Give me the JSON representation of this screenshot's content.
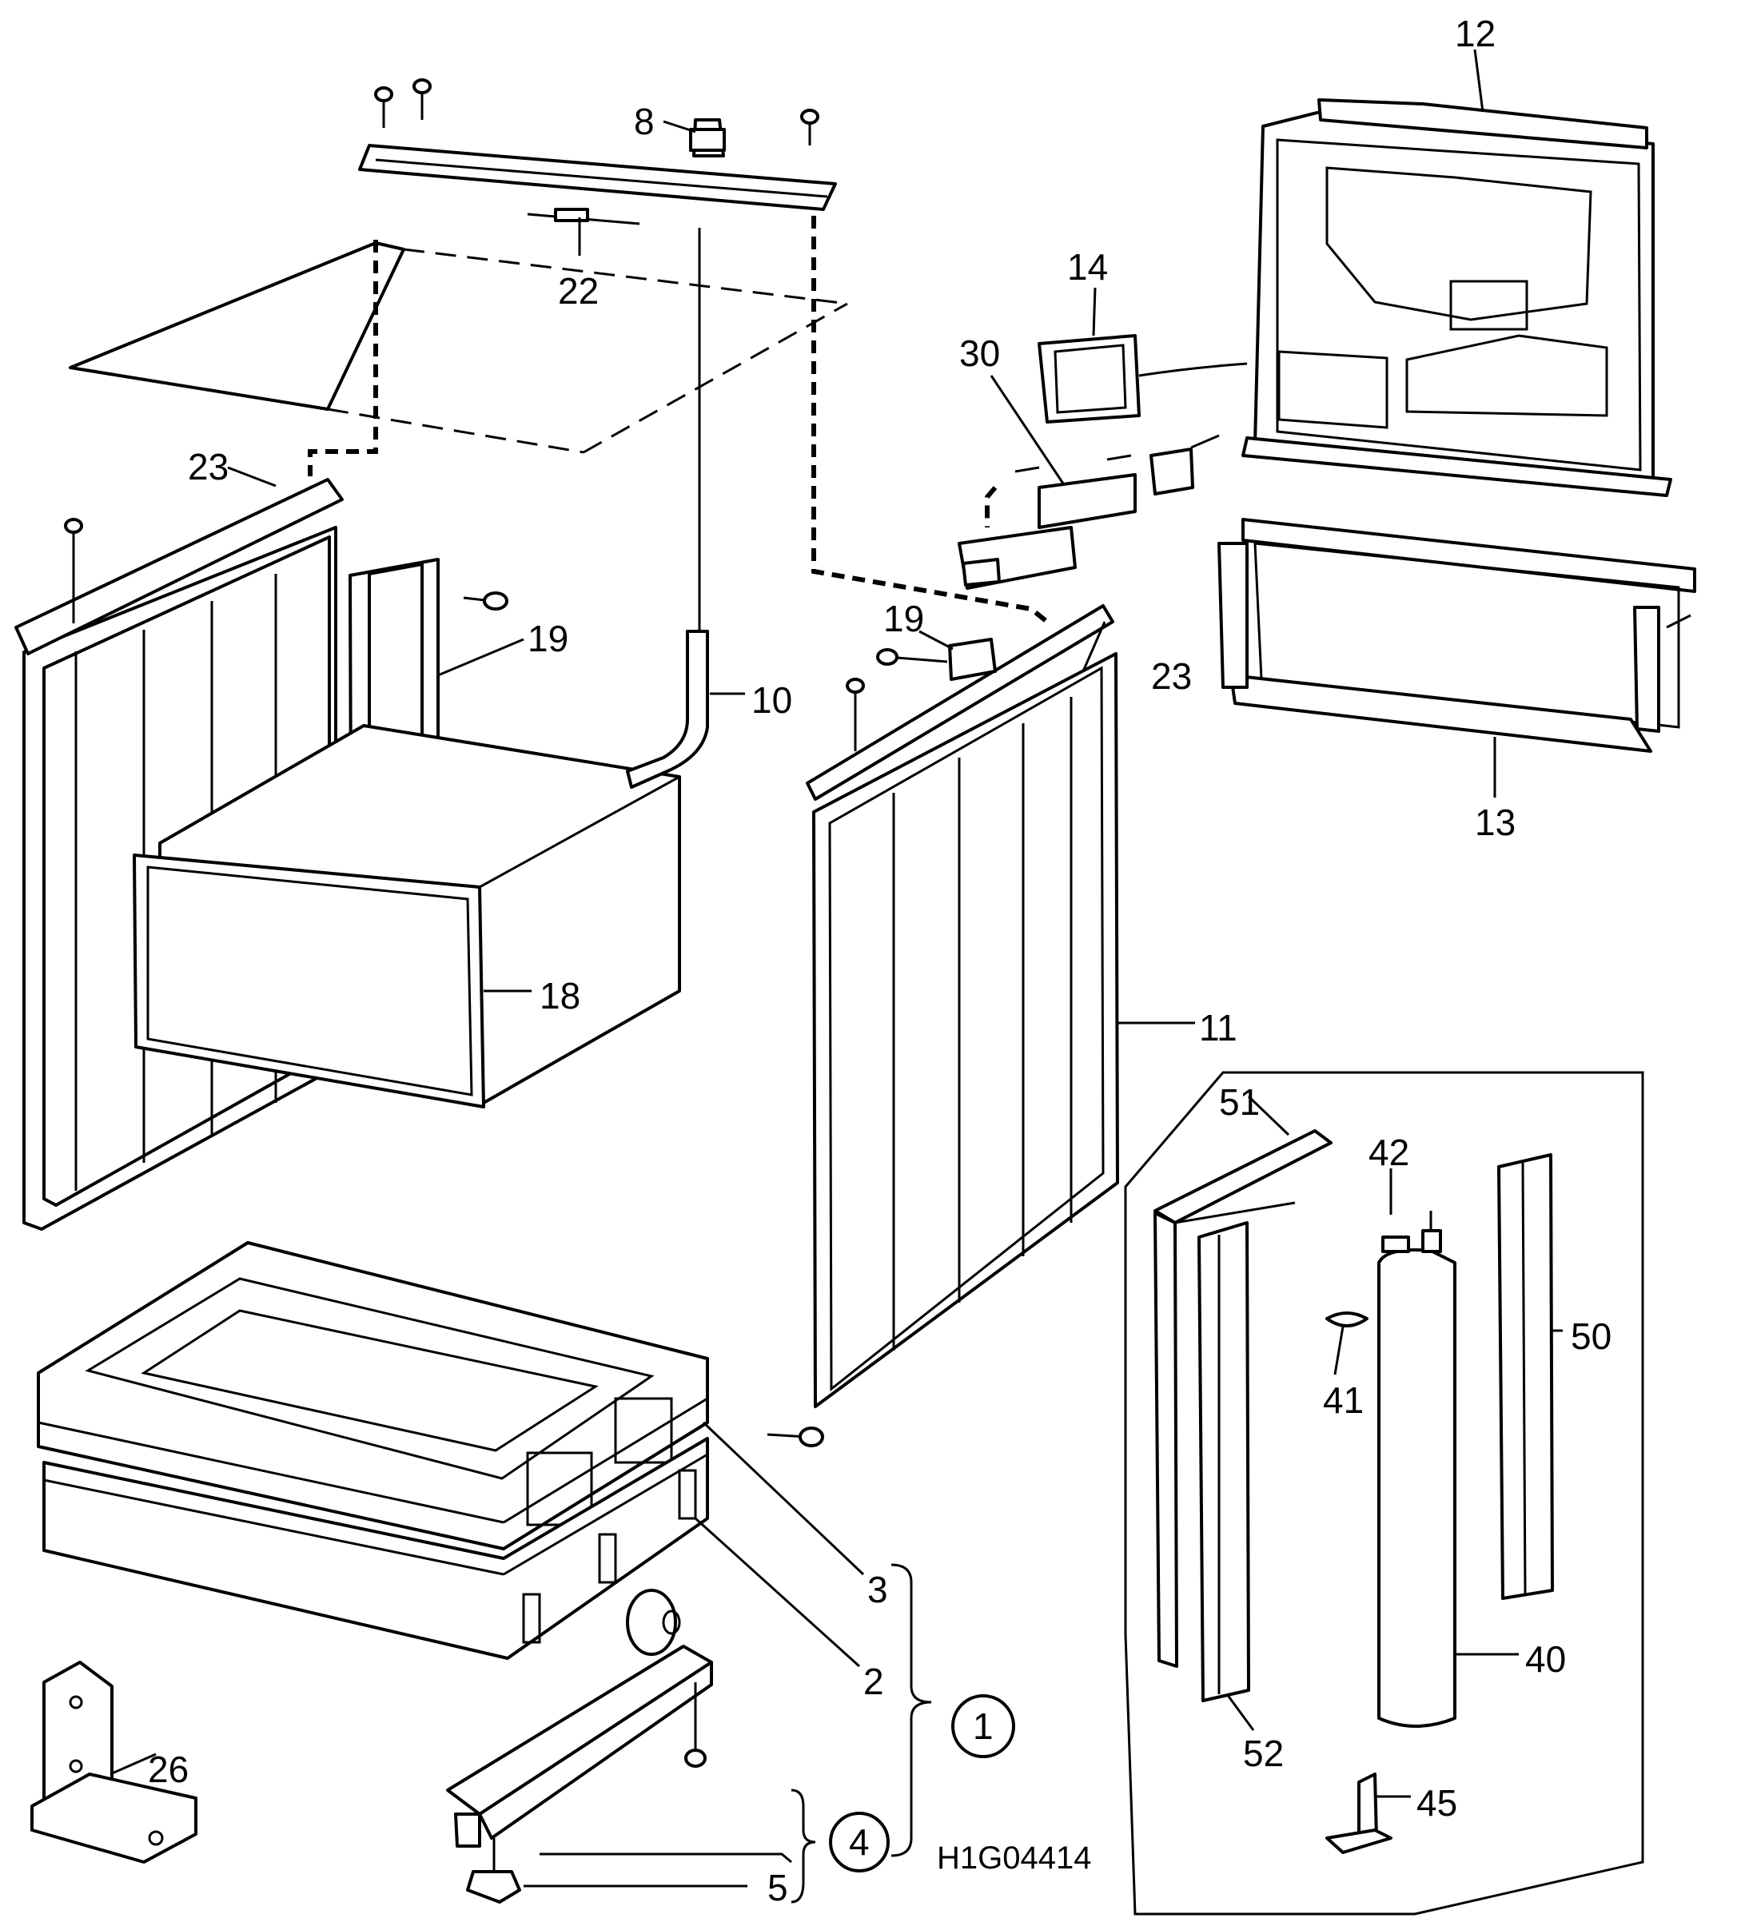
{
  "figure_code": "H1G04414",
  "callouts": [
    {
      "id": "c12",
      "text": "12"
    },
    {
      "id": "c8",
      "text": "8"
    },
    {
      "id": "c22",
      "text": "22"
    },
    {
      "id": "c14",
      "text": "14"
    },
    {
      "id": "c30",
      "text": "30"
    },
    {
      "id": "c23a",
      "text": "23"
    },
    {
      "id": "c23b",
      "text": "23"
    },
    {
      "id": "c19a",
      "text": "19"
    },
    {
      "id": "c19b",
      "text": "19"
    },
    {
      "id": "c10",
      "text": "10"
    },
    {
      "id": "c13",
      "text": "13"
    },
    {
      "id": "c18",
      "text": "18"
    },
    {
      "id": "c11",
      "text": "11"
    },
    {
      "id": "c51",
      "text": "51"
    },
    {
      "id": "c42",
      "text": "42"
    },
    {
      "id": "c50",
      "text": "50"
    },
    {
      "id": "c41",
      "text": "41"
    },
    {
      "id": "c40",
      "text": "40"
    },
    {
      "id": "c52",
      "text": "52"
    },
    {
      "id": "c45",
      "text": "45"
    },
    {
      "id": "c3",
      "text": "3"
    },
    {
      "id": "c2",
      "text": "2"
    },
    {
      "id": "c26",
      "text": "26"
    },
    {
      "id": "c5",
      "text": "5"
    }
  ],
  "assemblies": [
    {
      "id": "a1",
      "text": "1"
    },
    {
      "id": "a4",
      "text": "4"
    }
  ]
}
